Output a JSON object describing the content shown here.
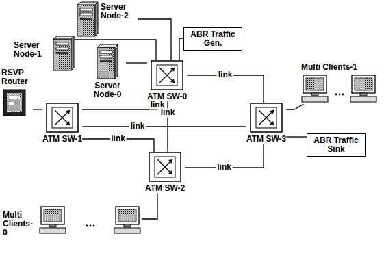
{
  "diagram": {
    "nodes": [
      {
        "text": [
          "Server Node-2"
        ]
      },
      {
        "text": [
          "Server Node-1"
        ]
      },
      {
        "text": [
          "Server Node-0"
        ]
      },
      {
        "text": [
          "ABR Traffic Gen."
        ]
      },
      {
        "text": [
          "ATM SW-0"
        ]
      },
      {
        "text": [
          "RSVP Router"
        ]
      },
      {
        "text": [
          "ATM SW-1"
        ]
      },
      {
        "text": [
          "ATM SW-3"
        ]
      },
      {
        "text": [
          "Multi Clients-1"
        ]
      },
      {
        "text": [
          "ABR Traffic Sink"
        ]
      },
      {
        "text": [
          "ATM SW-2"
        ]
      },
      {
        "text": [
          "Multi Clients-0"
        ]
      }
    ],
    "edges": [
      {
        "from": 0,
        "to": 4,
        "arrow": "none"
      },
      {
        "from": 1,
        "to": 4,
        "arrow": "none"
      },
      {
        "from": 2,
        "to": 4,
        "arrow": "none"
      },
      {
        "from": 3,
        "to": 4,
        "arrow": "none"
      },
      {
        "from": 5,
        "to": 6,
        "arrow": "none"
      },
      {
        "from": 6,
        "to": 4,
        "label": "link",
        "arrow": "none"
      },
      {
        "from": 6,
        "to": 7,
        "label": "link",
        "arrow": "none"
      },
      {
        "from": 6,
        "to": 10,
        "label": "link",
        "arrow": "none"
      },
      {
        "from": 4,
        "to": 10,
        "label": "link",
        "arrow": "none"
      },
      {
        "from": 4,
        "to": 7,
        "label": "link",
        "arrow": "none"
      },
      {
        "from": 10,
        "to": 7,
        "label": "link",
        "arrow": "none"
      },
      {
        "from": 8,
        "to": 7,
        "arrow": "none"
      },
      {
        "from": 9,
        "to": 7,
        "arrow": "none"
      },
      {
        "from": 11,
        "to": 10,
        "arrow": "none"
      }
    ]
  }
}
